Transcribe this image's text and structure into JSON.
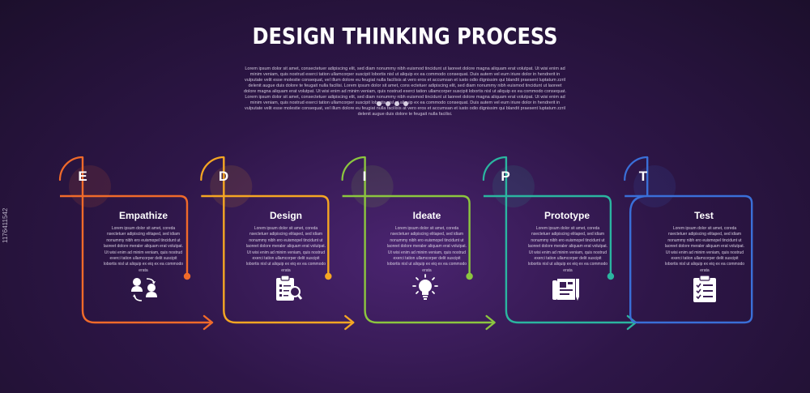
{
  "header": {
    "title": "DESIGN THINKING PROCESS",
    "intro": "Lorem ipsum dolor sit amet, consectetuer adipiscing elit, sed diam nonummy nibh euismod tincidunt ut laoreet dolore magna aliquam erat volutpat. Ut wisi enim ad minim veniam, quis nostrud exerci tation ullamcorper suscipit lobortis nisl ut aliquip ex ea commodo consequat. Duis autem vel eum iriure dolor in hendrerit in vulputate velit esse molestie consequat, vel illum dolore eu feugiat nulla facilisis at vero eros et accumsan et iusto odio dignissim qui blandit praesent luptatum zzril delenit augue duis dolore te feugait nulla facilisi. Lorem ipsum dolor sit amet, cons ectetuer adipiscing elit, sed diam nonummy nibh euismod tincidunt ut laoreet dolore magna aliquam erat volutpat. Ut wisi enim ad minim veniam, quis nostrud exerci tation ullamcorper suscipit lobortis nisl ut aliquip ex ea commodo consequat. Lorem ipsum dolor sit amet, consectetuer adipiscing elit, sed diam nonummy nibh euismod tincidunt ut laoreet dolore magna aliquam erat volutpat. Ut wisi enim ad minim veniam, quis nostrud exerci tation ullamcorper suscipit lobortis nisl ut aliquip ex ea commodo consequat. Duis autem vel eum iriure dolor in hendrerit in vulputate velit esse molestie consequat, vel illum dolore eu feugiat nulla facilisis at vero eros et accumsan et iusto odio dignissim qui blandit praesent luptatum zzril delenit augue duis dolore te feugait nulla facilisi.",
    "pagination_dots": 4
  },
  "watermark": "1176411542",
  "steps": [
    {
      "letter": "E",
      "title": "Empathize",
      "color": "#f06a2a",
      "icon": "people-cycle-icon",
      "desc": "Lorem ipsum dolor sit amet, coreda nsectetuer adipiscing elitaped, sed idiam nonummy nibh ero euismopel tincidunt ut laoreet dolore meraler aliquam erat volutpat. Ut wisi enim ad minim veniam, quis nostrud exerci tation ullamcorper delit suscipit lobortis nisl ut aliquip ex eiq ex ea commodo erata"
    },
    {
      "letter": "D",
      "title": "Design",
      "color": "#f5a623",
      "icon": "clipboard-magnifier-icon",
      "desc": "Lorem ipsum dolor sit amet, coreda nsectetuer adipiscing elitaped, sed idiam nonummy nibh ero euismopel tincidunt ut laoreet dolore meraler aliquam erat volutpat. Ut wisi enim ad minim veniam, quis nostrud exerci tation ullamcorper delit suscipit lobortis nisl ut aliquip ex eiq ex ea commodo erata"
    },
    {
      "letter": "I",
      "title": "Ideate",
      "color": "#8cc63f",
      "icon": "lightbulb-icon",
      "desc": "Lorem ipsum dolor sit amet, coreda nsectetuer adipiscing elitaped, sed idiam nonummy nibh ero euismopel tincidunt ut laoreet dolore meraler aliquam erat volutpat. Ut wisi enim ad minim veniam, quis nostrud exerci tation ullamcorper delit suscipit lobortis nisl ut aliquip ex eiq ex ea commodo erata"
    },
    {
      "letter": "P",
      "title": "Prototype",
      "color": "#2bb5a0",
      "icon": "blueprint-icon",
      "desc": "Lorem ipsum dolor sit amet, coreda nsectetuer adipiscing elitaped, sed idiam nonummy nibh ero euismopel tincidunt ut laoreet dolore meraler aliquam erat volutpat. Ut wisi enim ad minim veniam, quis nostrud exerci tation ullamcorper delit suscipit lobortis nisl ut aliquip ex eiq ex ea commodo erata"
    },
    {
      "letter": "T",
      "title": "Test",
      "color": "#3a6fd8",
      "icon": "checklist-icon",
      "desc": "Lorem ipsum dolor sit amet, coreda nsectetuer adipiscing elitaped, sed idiam nonummy nibh ero euismopel tincidunt ut laoreet dolore meraler aliquam erat volutpat. Ut wisi enim ad minim veniam, quis nostrud exerci tation ullamcorper delit suscipit lobortis nisl ut aliquip ex eiq ex ea commodo erata"
    }
  ]
}
